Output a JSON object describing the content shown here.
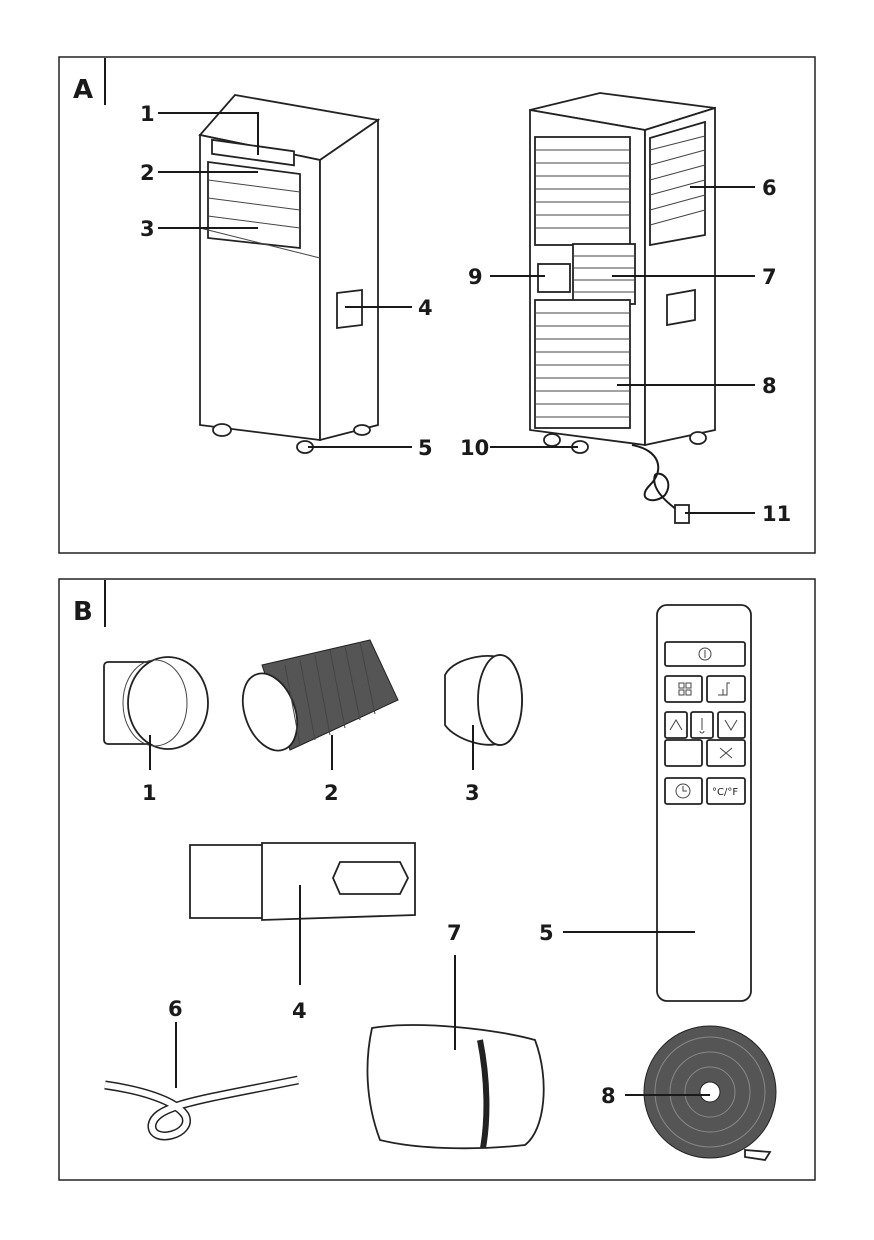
{
  "panel_a": {
    "letter": "A",
    "callouts": [
      "1",
      "2",
      "3",
      "4",
      "5",
      "6",
      "7",
      "8",
      "9",
      "10",
      "11"
    ]
  },
  "panel_b": {
    "letter": "B",
    "callouts": [
      "1",
      "2",
      "3",
      "4",
      "5",
      "6",
      "7",
      "8"
    ],
    "remote": {
      "buttons": [
        "power-icon",
        "mode-icon",
        "swing-icon",
        "up-icon",
        "thermometer-icon",
        "down-icon",
        "blank",
        "fan-icon",
        "timer-icon",
        "°C/°F"
      ],
      "unit_label": "°C/°F"
    }
  }
}
